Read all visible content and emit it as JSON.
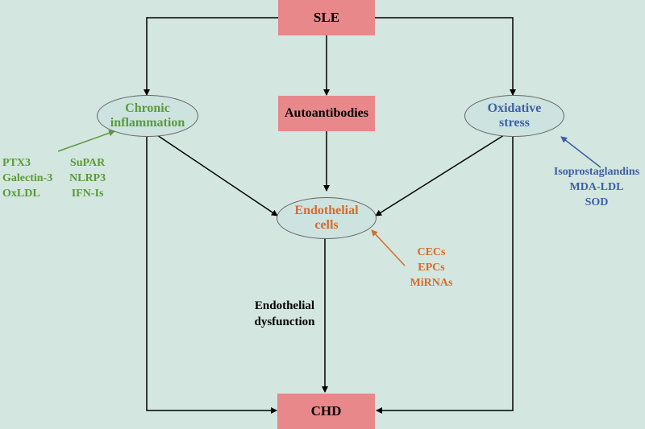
{
  "nodes": {
    "sle": "SLE",
    "autoantibodies": "Autoantibodies",
    "chronic_inflammation": [
      "Chronic",
      "inflammation"
    ],
    "oxidative_stress": [
      "Oxidative",
      "stress"
    ],
    "endothelial_cells": [
      "Endothelial",
      "cells"
    ],
    "chd": "CHD"
  },
  "markers": {
    "inflammation_left": [
      "PTX3",
      "Galectin-3",
      "OxLDL"
    ],
    "inflammation_right": [
      "SuPAR",
      "NLRP3",
      "IFN-Is"
    ],
    "oxidative": [
      "Isoprostaglandins",
      "MDA-LDL",
      "SOD"
    ],
    "endothelial": [
      "CECs",
      "EPCs",
      "MiRNAs"
    ]
  },
  "edge_label": [
    "Endothelial",
    "dysfunction"
  ],
  "colors": {
    "background": "#d3e6df",
    "box_fill": "#e8888a",
    "ellipse_fill": "#cde3df",
    "inflammation": "#5a9a3c",
    "oxidative": "#3d5fa6",
    "endothelial": "#d86a2a"
  }
}
